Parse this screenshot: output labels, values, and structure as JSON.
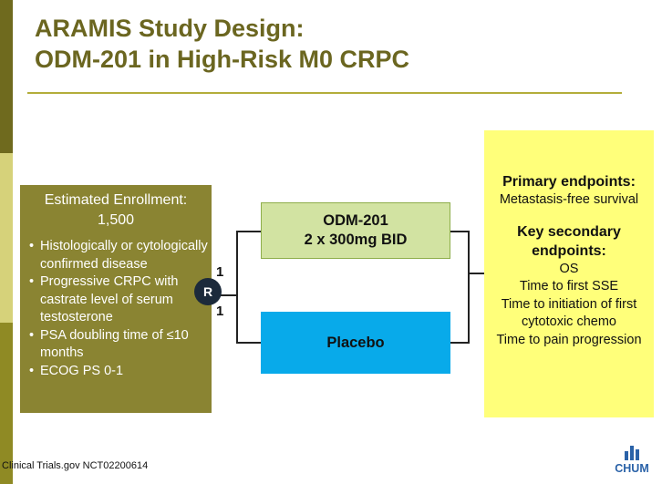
{
  "title": {
    "line1": "ARAMIS Study Design:",
    "line2": "ODM-201 in High-Risk M0 CRPC"
  },
  "enrollment": {
    "heading": "Estimated Enrollment:",
    "count": "1,500",
    "criteria": [
      "Histologically or cytologically confirmed disease",
      "Progressive CRPC with castrate level of serum testosterone",
      "PSA doubling time of ≤10 months",
      "ECOG PS 0-1"
    ]
  },
  "randomization": {
    "symbol": "R",
    "ratio_top": "1",
    "ratio_bottom": "1"
  },
  "arms": {
    "drug": {
      "line1": "ODM-201",
      "line2": "2 x 300mg BID"
    },
    "placebo": "Placebo"
  },
  "endpoints": {
    "primary_heading": "Primary endpoints:",
    "primary": "Metastasis-free survival",
    "secondary_heading": "Key secondary endpoints:",
    "secondary": [
      "OS",
      "Time to first SSE",
      "Time to initiation of first cytotoxic chemo",
      "Time to pain progression"
    ]
  },
  "footer": {
    "source": "Clinical Trials.gov NCT02200614"
  },
  "logo": {
    "text": "CHUM"
  },
  "colors": {
    "title": "#6b6620",
    "enrollment_box": "#8a8432",
    "drug_arm": "#d2e3a2",
    "placebo_arm": "#08aaea",
    "endpoints_box": "#ffff7a",
    "logo": "#2a62a8"
  }
}
